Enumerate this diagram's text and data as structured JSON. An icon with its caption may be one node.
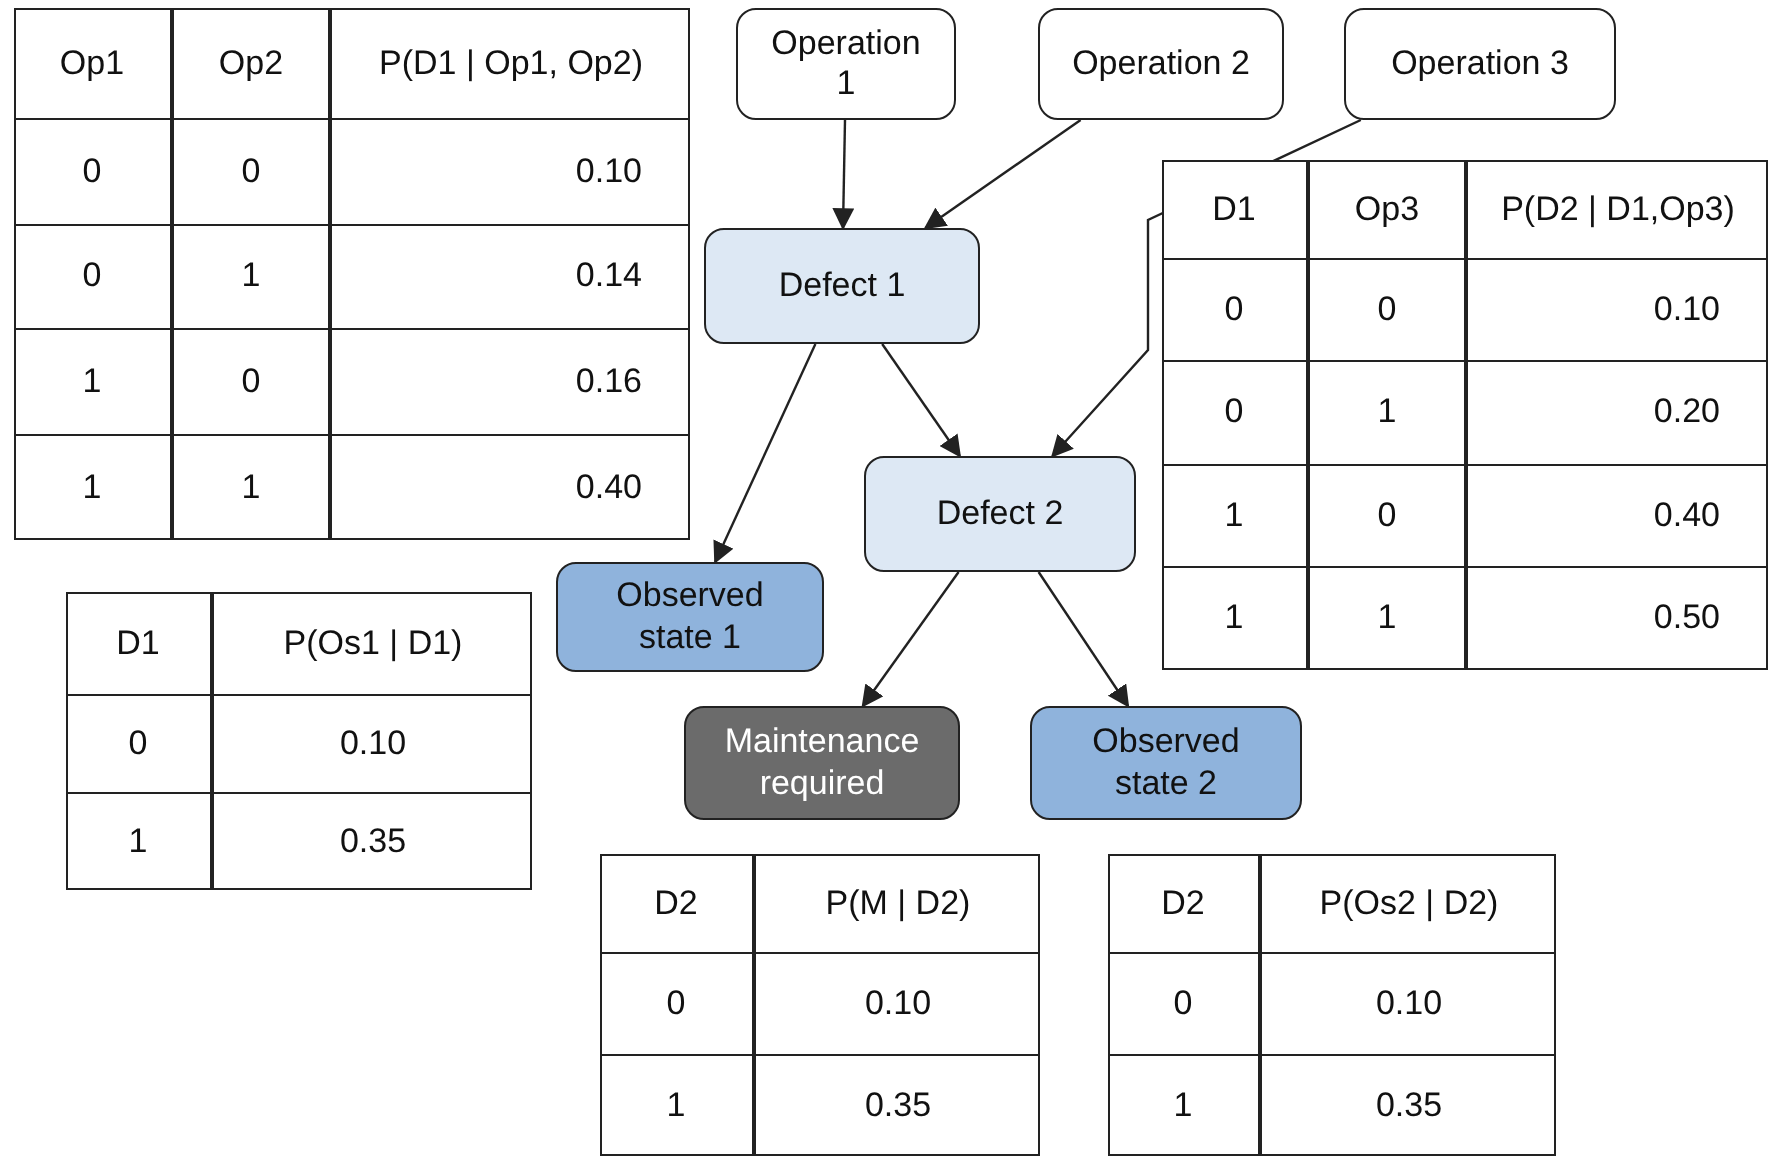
{
  "diagram": {
    "nodes": [
      {
        "text": [
          "Operation 1"
        ]
      },
      {
        "text": [
          "Operation 2"
        ]
      },
      {
        "text": [
          "Operation 3"
        ]
      },
      {
        "text": [
          "Defect 1"
        ]
      },
      {
        "text": [
          "Defect 2"
        ]
      },
      {
        "text": [
          "Observed state 1"
        ]
      },
      {
        "text": [
          "Maintenance required"
        ]
      },
      {
        "text": [
          "Observed state 2"
        ]
      }
    ],
    "edges": [
      {
        "from": 0,
        "to": 3,
        "arrow": "to"
      },
      {
        "from": 1,
        "to": 3,
        "arrow": "to"
      },
      {
        "from": 2,
        "to": 4,
        "arrow": "to"
      },
      {
        "from": 3,
        "to": 4,
        "arrow": "to"
      },
      {
        "from": 3,
        "to": 5,
        "arrow": "to"
      },
      {
        "from": 4,
        "to": 6,
        "arrow": "to"
      },
      {
        "from": 4,
        "to": 7,
        "arrow": "to"
      }
    ],
    "labels": [
      "Op1",
      "Op2",
      "P(D1 | Op1, Op2)",
      "0",
      "0",
      "0.10",
      "0",
      "1",
      "0.14",
      "1",
      "0",
      "0.16",
      "1",
      "1",
      "0.40",
      "D1",
      "Op3",
      "P(D2 | D1,Op3)",
      "0",
      "0",
      "0.10",
      "0",
      "1",
      "0.20",
      "1",
      "0",
      "0.40",
      "1",
      "1",
      "0.50",
      "D1",
      "P(Os1 | D1)",
      "0",
      "0.10",
      "1",
      "0.35",
      "D2",
      "P(M | D2)",
      "0",
      "0.10",
      "1",
      "0.35",
      "D2",
      "P(Os2 | D2)",
      "0",
      "0.10",
      "1",
      "0.35"
    ]
  }
}
